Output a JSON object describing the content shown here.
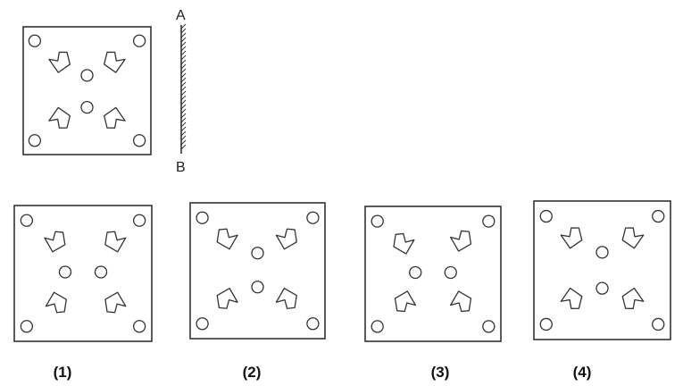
{
  "mirror": {
    "top_label": "A",
    "bottom_label": "B"
  },
  "options": [
    {
      "label": "(1)"
    },
    {
      "label": "(2)"
    },
    {
      "label": "(3)"
    },
    {
      "label": "(4)"
    }
  ]
}
